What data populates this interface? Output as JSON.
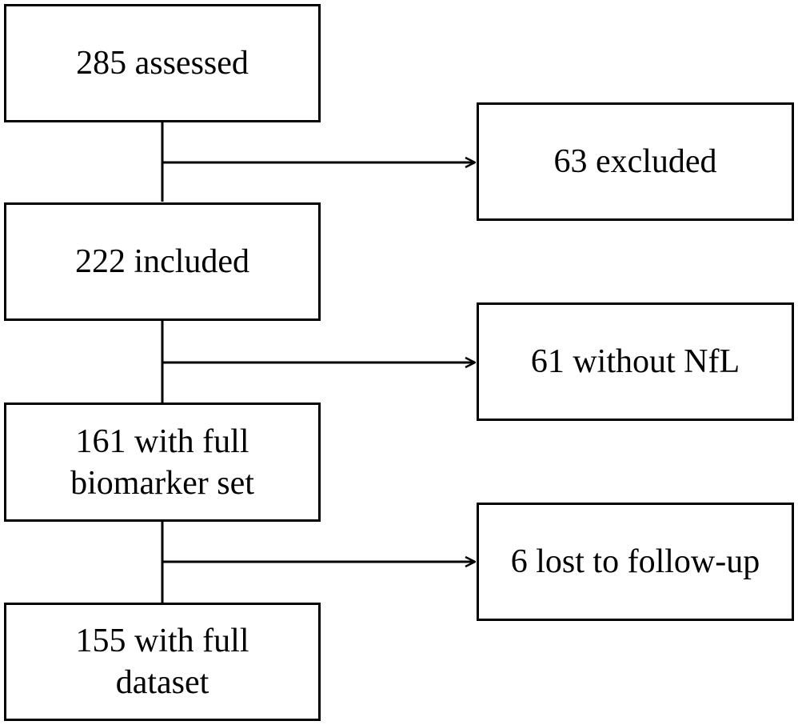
{
  "flowchart": {
    "main": [
      {
        "id": "assessed",
        "label": "285 assessed"
      },
      {
        "id": "included",
        "label": "222 included"
      },
      {
        "id": "biomarker",
        "label": "161 with full biomarker set"
      },
      {
        "id": "dataset",
        "label": "155 with full dataset"
      }
    ],
    "side": [
      {
        "id": "excluded",
        "label": "63 excluded"
      },
      {
        "id": "without-nfl",
        "label": "61 without NfL"
      },
      {
        "id": "lost",
        "label": "6 lost to follow-up"
      }
    ]
  }
}
